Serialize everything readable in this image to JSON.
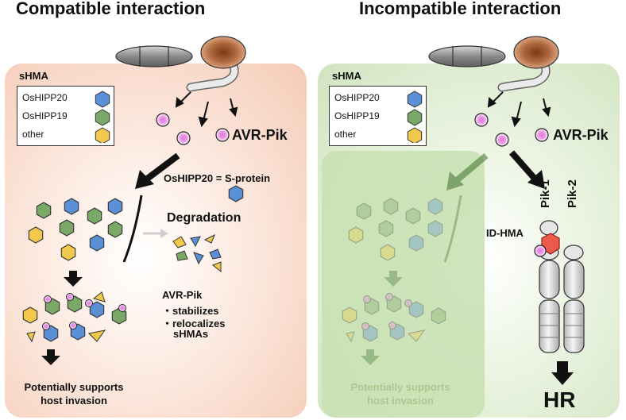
{
  "compatible": {
    "title": "Compatible interaction",
    "panel_label": "sHMA",
    "legend": [
      {
        "label": "OsHIPP20",
        "color": "#5b8fd6"
      },
      {
        "label": "OsHIPP19",
        "color": "#7aa866"
      },
      {
        "label": "other",
        "color": "#f2c94c"
      }
    ],
    "effector_label": "AVR-Pik",
    "s_protein_label": "OsHIPP20 = S-protein",
    "degradation_label": "Degradation",
    "avr_effects_title": "AVR-Pik",
    "avr_effects": [
      "・stabilizes",
      "・relocalizes",
      "sHMAs"
    ],
    "outcome_line1": "Potentially supports",
    "outcome_line2": "host invasion"
  },
  "incompatible": {
    "title": "Incompatible interaction",
    "panel_label": "sHMA",
    "legend": [
      {
        "label": "OsHIPP20",
        "color": "#5b8fd6"
      },
      {
        "label": "OsHIPP19",
        "color": "#7aa866"
      },
      {
        "label": "other",
        "color": "#f2c94c"
      }
    ],
    "effector_label": "AVR-Pik",
    "receptor_1": "Pik-1",
    "receptor_2": "Pik-2",
    "domain_label": "ID-HMA",
    "outcome_line1": "Potentially supports",
    "outcome_line2": "host invasion",
    "response_label": "HR"
  },
  "colors": {
    "compatible_panel": "#f9dccd",
    "incompatible_panel": "#dcebcf",
    "faded_overlay": "#c6dfae",
    "effector": "#e07adc",
    "id_hma": "#ee5a4a",
    "spore": "#a0522d"
  }
}
